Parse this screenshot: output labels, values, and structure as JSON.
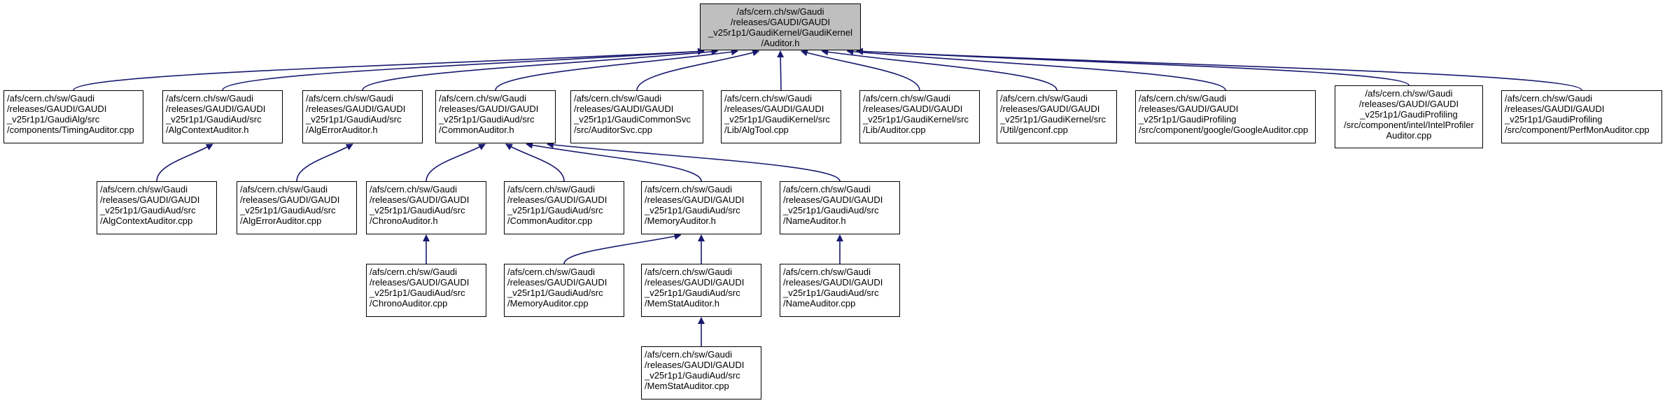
{
  "edge_color": "#191970",
  "root_fill": "#bfbfbf",
  "nodes": {
    "root": [
      "/afs/cern.ch/sw/Gaudi",
      "/releases/GAUDI/GAUDI",
      "_v25r1p1/GaudiKernel/GaudiKernel",
      "/Auditor.h"
    ],
    "timing": [
      "/afs/cern.ch/sw/Gaudi",
      "/releases/GAUDI/GAUDI",
      "_v25r1p1/GaudiAlg/src",
      "/components/TimingAuditor.cpp"
    ],
    "algctx_h": [
      "/afs/cern.ch/sw/Gaudi",
      "/releases/GAUDI/GAUDI",
      "_v25r1p1/GaudiAud/src",
      "/AlgContextAuditor.h"
    ],
    "algerr_h": [
      "/afs/cern.ch/sw/Gaudi",
      "/releases/GAUDI/GAUDI",
      "_v25r1p1/GaudiAud/src",
      "/AlgErrorAuditor.h"
    ],
    "common_h": [
      "/afs/cern.ch/sw/Gaudi",
      "/releases/GAUDI/GAUDI",
      "_v25r1p1/GaudiAud/src",
      "/CommonAuditor.h"
    ],
    "auditorsvc": [
      "/afs/cern.ch/sw/Gaudi",
      "/releases/GAUDI/GAUDI",
      "_v25r1p1/GaudiCommonSvc",
      "/src/AuditorSvc.cpp"
    ],
    "algtool": [
      "/afs/cern.ch/sw/Gaudi",
      "/releases/GAUDI/GAUDI",
      "_v25r1p1/GaudiKernel/src",
      "/Lib/AlgTool.cpp"
    ],
    "auditor_cpp": [
      "/afs/cern.ch/sw/Gaudi",
      "/releases/GAUDI/GAUDI",
      "_v25r1p1/GaudiKernel/src",
      "/Lib/Auditor.cpp"
    ],
    "genconf": [
      "/afs/cern.ch/sw/Gaudi",
      "/releases/GAUDI/GAUDI",
      "_v25r1p1/GaudiKernel/src",
      "/Util/genconf.cpp"
    ],
    "google": [
      "/afs/cern.ch/sw/Gaudi",
      "/releases/GAUDI/GAUDI",
      "_v25r1p1/GaudiProfiling",
      "/src/component/google/GoogleAuditor.cpp"
    ],
    "intel": [
      "/afs/cern.ch/sw/Gaudi",
      "/releases/GAUDI/GAUDI",
      "_v25r1p1/GaudiProfiling",
      "/src/component/intel/IntelProfiler",
      "Auditor.cpp"
    ],
    "perfmon": [
      "/afs/cern.ch/sw/Gaudi",
      "/releases/GAUDI/GAUDI",
      "_v25r1p1/GaudiProfiling",
      "/src/component/PerfMonAuditor.cpp"
    ],
    "algctx_cpp": [
      "/afs/cern.ch/sw/Gaudi",
      "/releases/GAUDI/GAUDI",
      "_v25r1p1/GaudiAud/src",
      "/AlgContextAuditor.cpp"
    ],
    "algerr_cpp": [
      "/afs/cern.ch/sw/Gaudi",
      "/releases/GAUDI/GAUDI",
      "_v25r1p1/GaudiAud/src",
      "/AlgErrorAuditor.cpp"
    ],
    "chrono_h": [
      "/afs/cern.ch/sw/Gaudi",
      "/releases/GAUDI/GAUDI",
      "_v25r1p1/GaudiAud/src",
      "/ChronoAuditor.h"
    ],
    "common_cpp": [
      "/afs/cern.ch/sw/Gaudi",
      "/releases/GAUDI/GAUDI",
      "_v25r1p1/GaudiAud/src",
      "/CommonAuditor.cpp"
    ],
    "memory_h": [
      "/afs/cern.ch/sw/Gaudi",
      "/releases/GAUDI/GAUDI",
      "_v25r1p1/GaudiAud/src",
      "/MemoryAuditor.h"
    ],
    "name_h": [
      "/afs/cern.ch/sw/Gaudi",
      "/releases/GAUDI/GAUDI",
      "_v25r1p1/GaudiAud/src",
      "/NameAuditor.h"
    ],
    "chrono_cpp": [
      "/afs/cern.ch/sw/Gaudi",
      "/releases/GAUDI/GAUDI",
      "_v25r1p1/GaudiAud/src",
      "/ChronoAuditor.cpp"
    ],
    "memory_cpp": [
      "/afs/cern.ch/sw/Gaudi",
      "/releases/GAUDI/GAUDI",
      "_v25r1p1/GaudiAud/src",
      "/MemoryAuditor.cpp"
    ],
    "memstat_h": [
      "/afs/cern.ch/sw/Gaudi",
      "/releases/GAUDI/GAUDI",
      "_v25r1p1/GaudiAud/src",
      "/MemStatAuditor.h"
    ],
    "name_cpp": [
      "/afs/cern.ch/sw/Gaudi",
      "/releases/GAUDI/GAUDI",
      "_v25r1p1/GaudiAud/src",
      "/NameAuditor.cpp"
    ],
    "memstat_cpp": [
      "/afs/cern.ch/sw/Gaudi",
      "/releases/GAUDI/GAUDI",
      "_v25r1p1/GaudiAud/src",
      "/MemStatAuditor.cpp"
    ]
  },
  "edges": [
    [
      "timing",
      "root"
    ],
    [
      "algctx_h",
      "root"
    ],
    [
      "algerr_h",
      "root"
    ],
    [
      "common_h",
      "root"
    ],
    [
      "auditorsvc",
      "root"
    ],
    [
      "algtool",
      "root"
    ],
    [
      "auditor_cpp",
      "root"
    ],
    [
      "genconf",
      "root"
    ],
    [
      "google",
      "root"
    ],
    [
      "intel",
      "root"
    ],
    [
      "perfmon",
      "root"
    ],
    [
      "algctx_cpp",
      "algctx_h"
    ],
    [
      "algerr_cpp",
      "algerr_h"
    ],
    [
      "chrono_h",
      "common_h"
    ],
    [
      "common_cpp",
      "common_h"
    ],
    [
      "memory_h",
      "common_h"
    ],
    [
      "name_h",
      "common_h"
    ],
    [
      "chrono_cpp",
      "chrono_h"
    ],
    [
      "memory_cpp",
      "memory_h"
    ],
    [
      "memstat_h",
      "memory_h"
    ],
    [
      "name_cpp",
      "name_h"
    ],
    [
      "memstat_cpp",
      "memstat_h"
    ]
  ]
}
